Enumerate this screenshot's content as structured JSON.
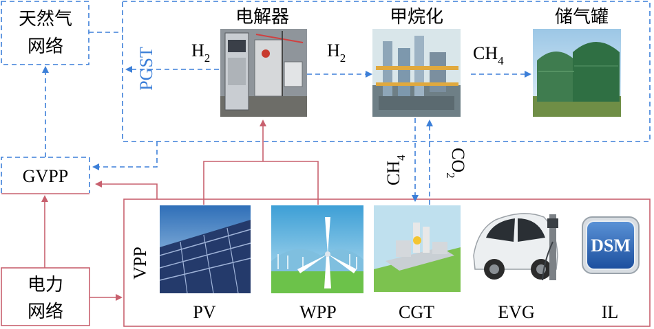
{
  "nodes": {
    "gas_network": {
      "line1": "天然气",
      "line2": "网络"
    },
    "power_grid": {
      "line1": "电力",
      "line2": "网络"
    },
    "gvpp": "GVPP",
    "pgst": "PGST",
    "vpp": "VPP",
    "electrolyzer": "电解器",
    "methanation": "甲烷化",
    "gas_tank": "储气罐",
    "pv": "PV",
    "wpp": "WPP",
    "cgt": "CGT",
    "evg": "EVG",
    "il": "IL",
    "dsm_logo": "DSM"
  },
  "flows": {
    "h2_left": {
      "base": "H",
      "sub": "2"
    },
    "h2_right": {
      "base": "H",
      "sub": "2"
    },
    "ch4_top": {
      "base": "CH",
      "sub": "4"
    },
    "ch4_down": {
      "base": "CH",
      "sub": "4"
    },
    "co2_up": {
      "base": "CO",
      "sub": "2"
    }
  },
  "colors": {
    "gas_line": "#3c7fd8",
    "power_line": "#c8606e",
    "pgst_label": "#3c7fd8",
    "text": "#000000"
  }
}
